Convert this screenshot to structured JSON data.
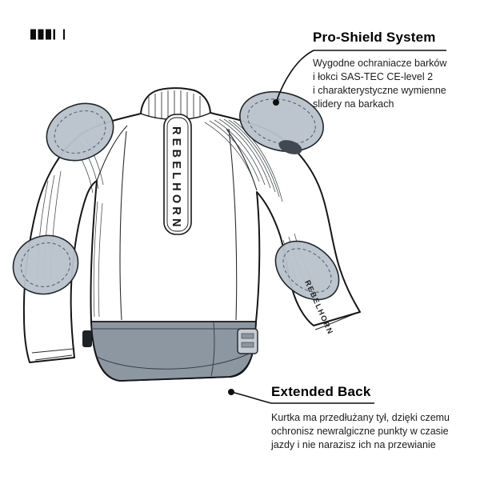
{
  "page": {
    "background": "#ffffff"
  },
  "icons": {
    "brand_mark": "rebelhorn-bars-mark"
  },
  "callouts": {
    "pro_shield": {
      "title": "Pro-Shield System",
      "body": "Wygodne ochraniacze barków\ni łokci SAS-TEC CE-level 2\ni charakterystyczne wymienne\nslidery na barkach"
    },
    "extended_back": {
      "title": "Extended Back",
      "body": "Kurtka ma przedłużany tył, dzięki czemu\nochronisz newralgiczne punkty w czasie\njazdy i nie narazisz ich na przewianie"
    }
  },
  "jacket": {
    "back_brand_text": "REBELHORN",
    "sleeve_brand_text": "REBELHORN"
  },
  "colors": {
    "line": "#161616",
    "pad_fill": "#b9c3cb",
    "pad_dash": "#59646d",
    "hem_fill": "#8c97a1",
    "buckle_fill": "#c6ccd2",
    "background": "#ffffff"
  }
}
